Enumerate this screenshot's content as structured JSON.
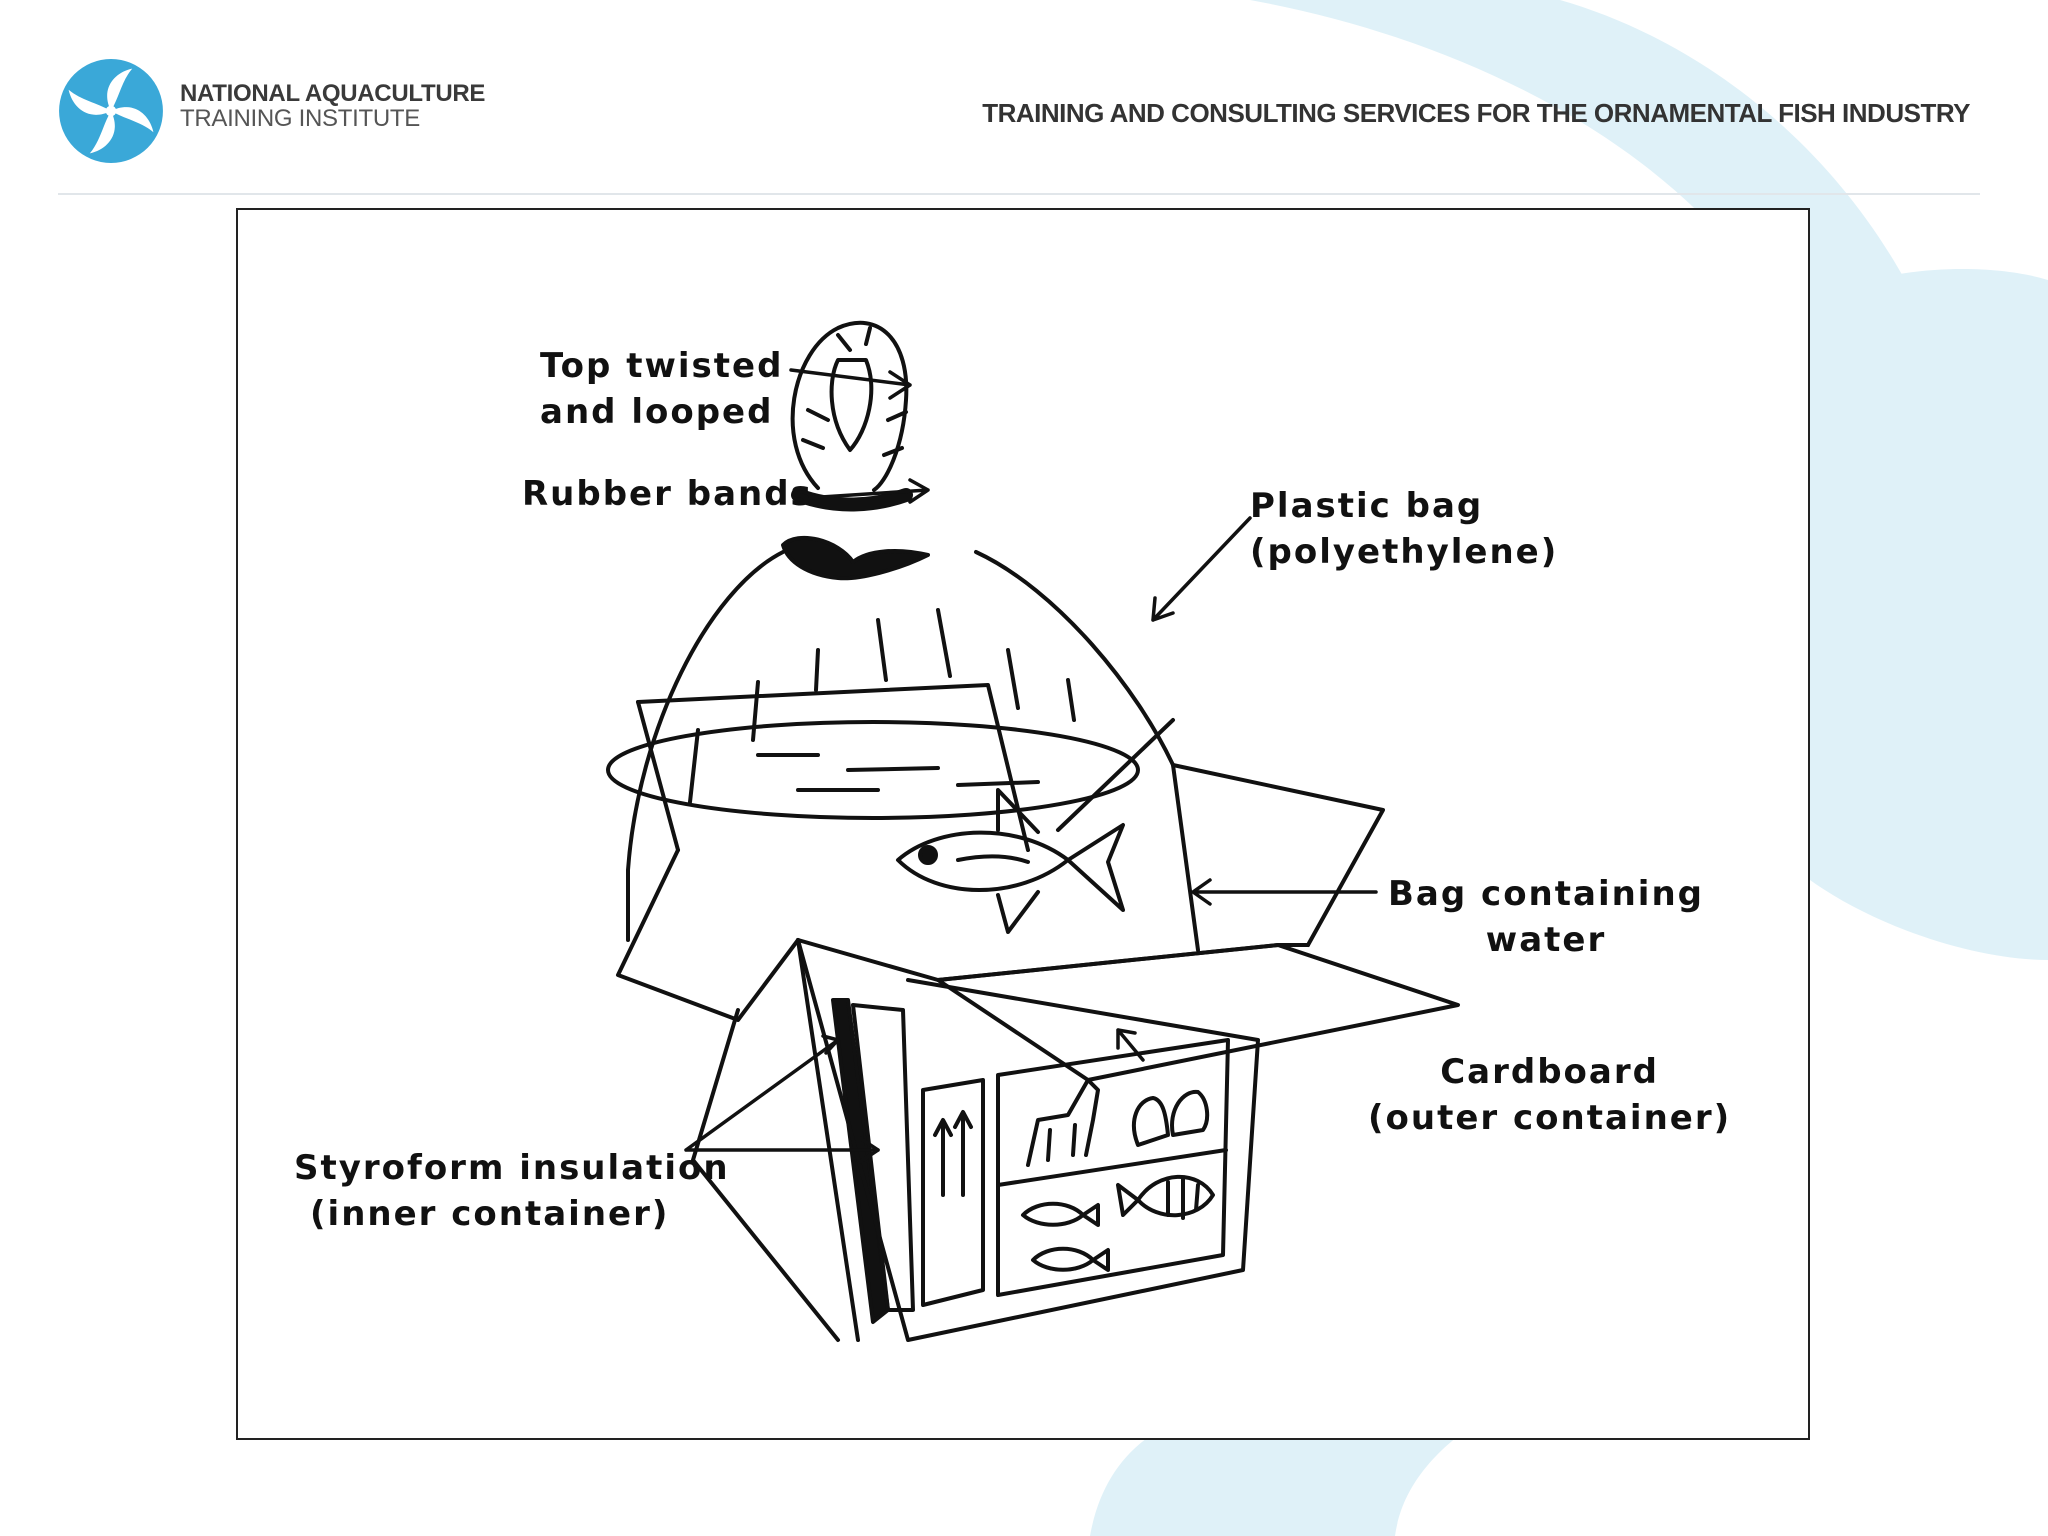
{
  "header": {
    "org_line1": "NATIONAL AQUACULTURE",
    "org_line2": "TRAINING INSTITUTE",
    "tagline": "TRAINING AND CONSULTING SERVICES FOR THE ORNAMENTAL FISH INDUSTRY"
  },
  "colors": {
    "brand_blue": "#3aa8d8",
    "background_arc": "#dff1f8",
    "ink": "#111111"
  },
  "icons": {
    "logo": "pinwheel-logo-icon"
  },
  "diagram": {
    "labels": {
      "top_line1": "Top twisted",
      "top_line2": "and looped",
      "rubber_bands": "Rubber bands",
      "plastic_line1": "Plastic bag",
      "plastic_line2": "(polyethylene)",
      "bag_water_line1": "Bag containing",
      "bag_water_line2": "water",
      "cardboard_line1": "Cardboard",
      "cardboard_line2": "(outer container)",
      "styro_line1": "Styroform insulation",
      "styro_line2": "(inner container)"
    }
  }
}
